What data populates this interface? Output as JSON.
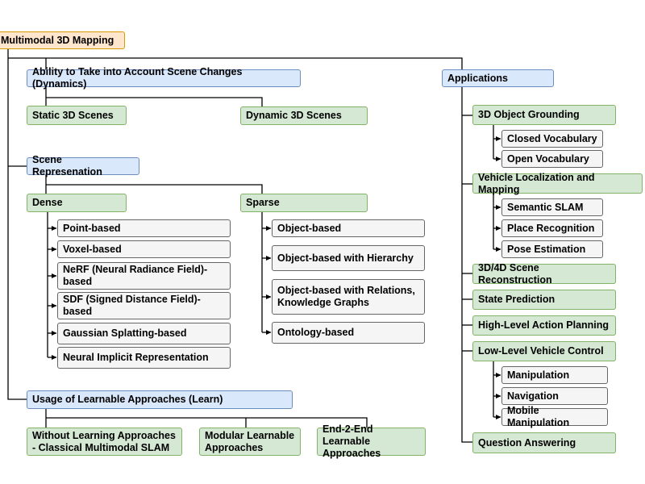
{
  "title": "Multimodal 3D Mapping",
  "colors": {
    "root_fill": "#ffe6cc",
    "root_stroke": "#d79b00",
    "category_fill": "#dae8fc",
    "category_stroke": "#6c8ebf",
    "subcategory_fill": "#d5e8d4",
    "subcategory_stroke": "#82b366",
    "leaf_fill": "#f5f5f5",
    "leaf_stroke": "#666666",
    "connector": "#000000"
  },
  "dynamics": {
    "label": "Ability to Take into Account Scene Changes (Dynamics)",
    "static": "Static 3D Scenes",
    "dynamic": "Dynamic 3D Scenes"
  },
  "representation": {
    "label": "Scene Represenation",
    "dense": {
      "label": "Dense",
      "items": [
        "Point-based",
        "Voxel-based",
        "NeRF (Neural Radiance Field)-\nbased",
        "SDF (Signed Distance Field)-\nbased",
        "Gaussian Splatting-based",
        "Neural Implicit Representation"
      ]
    },
    "sparse": {
      "label": "Sparse",
      "items": [
        "Object-based",
        "Object-based with Hierarchy",
        "Object-based with Relations,\nKnowledge Graphs",
        "Ontology-based"
      ]
    }
  },
  "learn": {
    "label": "Usage of Learnable Approaches (Learn)",
    "items": [
      "Without Learning Approaches\n- Classical Multimodal SLAM",
      "Modular Learnable\nApproaches",
      "End-2-End Learnable\nApproaches"
    ]
  },
  "applications": {
    "label": "Applications",
    "grounding": {
      "label": "3D Object Grounding",
      "items": [
        "Closed Vocabulary",
        "Open Vocabulary"
      ]
    },
    "localization": {
      "label": "Vehicle Localization and Mapping",
      "items": [
        "Semantic SLAM",
        "Place Recognition",
        "Pose Estimation"
      ]
    },
    "reconstruction": "3D/4D Scene Reconstruction",
    "state_prediction": "State Prediction",
    "action_planning": "High-Level Action Planning",
    "vehicle_control": {
      "label": "Low-Level Vehicle Control",
      "items": [
        "Manipulation",
        "Navigation",
        "Mobile Manipulation"
      ]
    },
    "qa": "Question Answering"
  }
}
